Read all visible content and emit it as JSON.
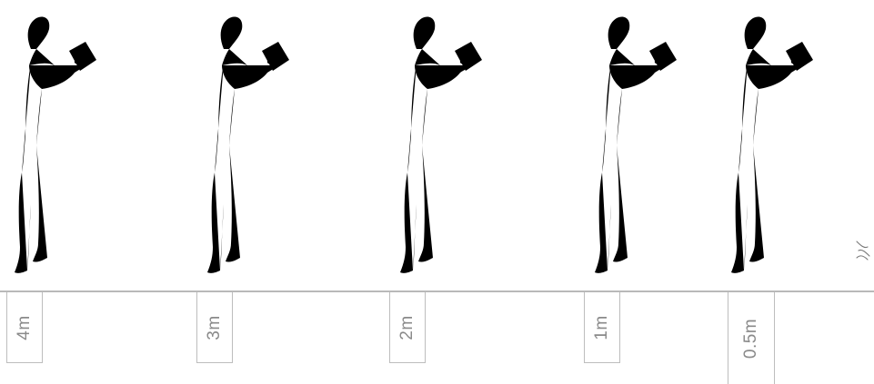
{
  "distance_labels": [
    "4m",
    "3m",
    "2m",
    "1m",
    "0.5m"
  ],
  "figure_icon": "stick-figure-holding-phone-icon",
  "target_icon": "partial-sketch-icon",
  "colors": {
    "stroke": "#6f6f6f",
    "ground": "#b9b9b9",
    "label_text": "#8a8a8a"
  }
}
